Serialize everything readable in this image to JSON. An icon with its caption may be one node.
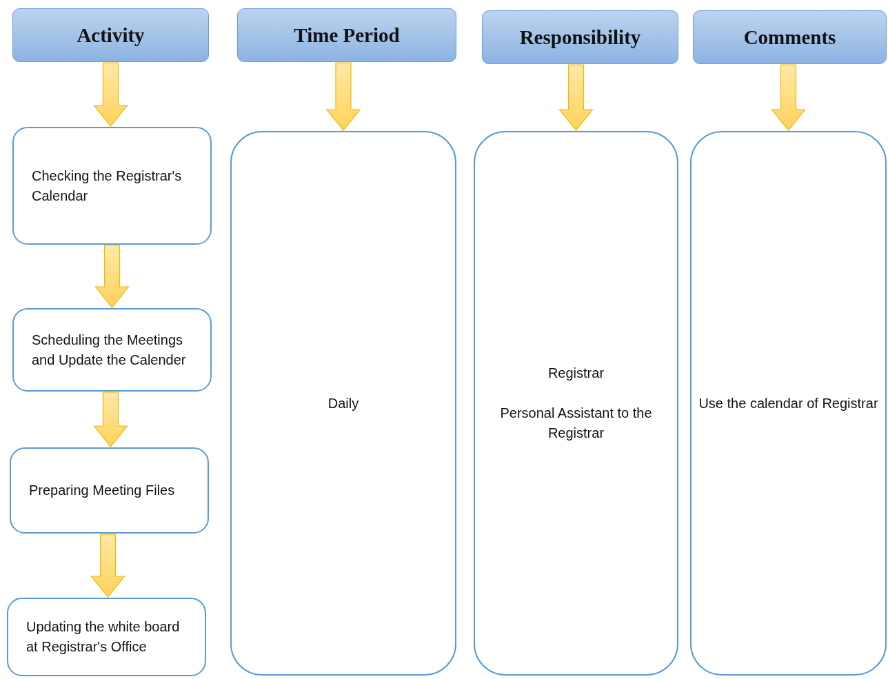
{
  "diagram": {
    "nodes": [
      {
        "text": [
          "Activity"
        ]
      },
      {
        "text": [
          "Time Period"
        ]
      },
      {
        "text": [
          "Responsibility"
        ]
      },
      {
        "text": [
          "Comments"
        ]
      },
      {
        "text": [
          "Checking the Registrar's Calendar"
        ]
      },
      {
        "text": [
          "Scheduling the Meetings and Update the Calender"
        ]
      },
      {
        "text": [
          "Preparing Meeting Files"
        ]
      },
      {
        "text": [
          "Updating the white board at Registrar's Office"
        ]
      },
      {
        "text": [
          "Daily"
        ]
      },
      {
        "text": [
          "Registrar",
          "Personal Assistant to the Registrar"
        ]
      },
      {
        "text": [
          "Use the calendar of Registrar"
        ]
      }
    ],
    "edges": [
      {
        "from": 0,
        "to": 4,
        "arrow": "to"
      },
      {
        "from": 1,
        "to": 8,
        "arrow": "to"
      },
      {
        "from": 2,
        "to": 9,
        "arrow": "to"
      },
      {
        "from": 3,
        "to": 10,
        "arrow": "to"
      },
      {
        "from": 4,
        "to": 5,
        "arrow": "to"
      },
      {
        "from": 5,
        "to": 6,
        "arrow": "to"
      },
      {
        "from": 6,
        "to": 7,
        "arrow": "to"
      }
    ]
  }
}
